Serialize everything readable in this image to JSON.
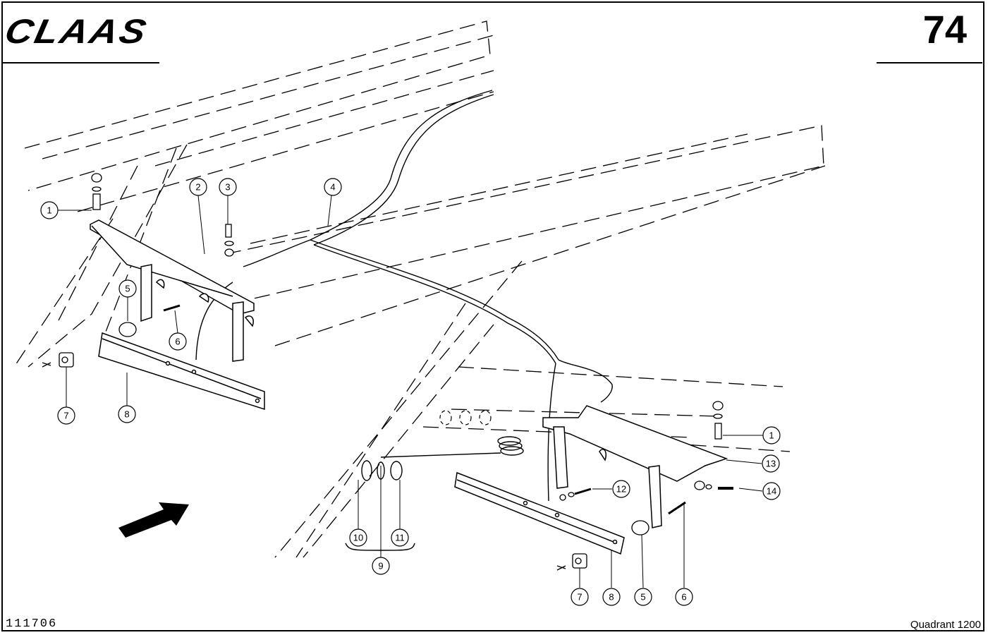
{
  "header": {
    "brand": "CLAAS",
    "page_number": "74"
  },
  "footer": {
    "drawing_number": "111706",
    "model": "Quadrant 1200"
  },
  "callouts": {
    "c1a": "1",
    "c2": "2",
    "c3": "3",
    "c4": "4",
    "c5a": "5",
    "c6a": "6",
    "c7a": "7",
    "c8a": "8",
    "c1b": "1",
    "c13": "13",
    "c12": "12",
    "c14": "14",
    "c10": "10",
    "c11": "11",
    "c9": "9",
    "c7b": "7",
    "c8b": "8",
    "c5b": "5",
    "c6b": "6"
  }
}
